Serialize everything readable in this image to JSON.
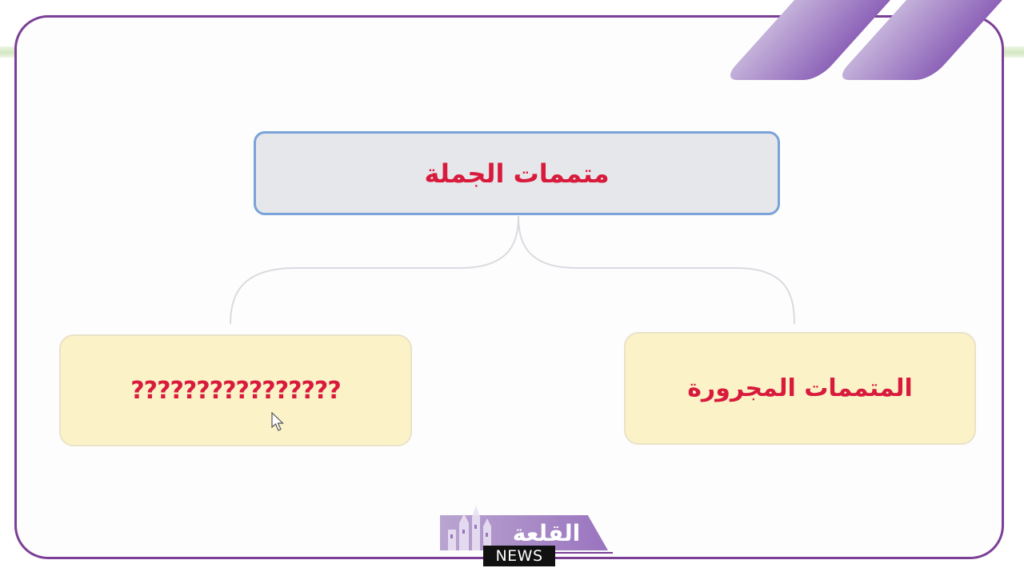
{
  "diagram": {
    "root": {
      "label": "متممات الجملة"
    },
    "children": [
      {
        "id": "right",
        "label": "المتممات المجرورة"
      },
      {
        "id": "left",
        "label": "????????????????"
      }
    ]
  },
  "logo": {
    "arabic_text": "القلعة",
    "news_text": "NEWS"
  },
  "colors": {
    "frame": "#7b3f96",
    "node_text": "#d81b3c",
    "root_fill": "#e6e7ea",
    "root_border": "#7aa3d8",
    "child_fill": "#fcf2c8",
    "accent_stripes": "#9a74bf",
    "green_rule": "#d3e7c1"
  }
}
